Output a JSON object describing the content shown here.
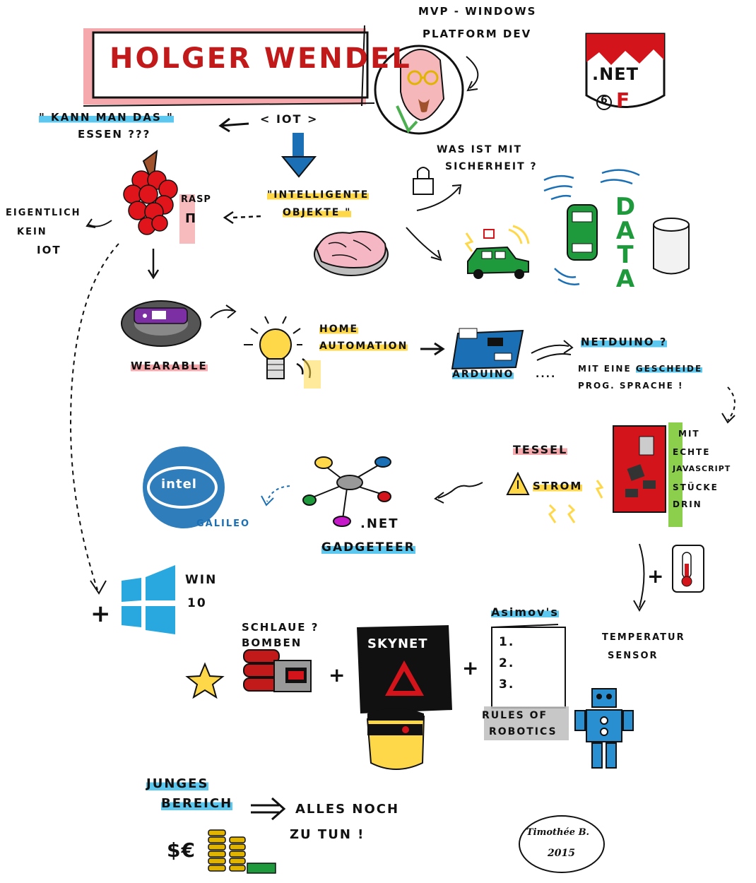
{
  "header": {
    "name": "Holger Wendel",
    "role_line1": "MVP - Windows",
    "role_line2": "Platform Dev"
  },
  "badge": {
    "net_label": ".NET",
    "number": "6",
    "letter": "F"
  },
  "top": {
    "quote_line1": "\" Kann man das \"",
    "quote_line2": "essen ???",
    "iot": "< IOT >",
    "security_line1": "Was ist mit",
    "security_line2": "Sicherheit ?",
    "intelligent_line1": "\"Intelligente",
    "intelligent_line2": "Objekte \"",
    "rasp_line1": "RASP",
    "rasp_line2": "π",
    "not_iot_line1": "Eigentlich",
    "not_iot_line2": "kein",
    "not_iot_line3": "IOT",
    "data": "DATA"
  },
  "middle": {
    "wearable": "Wearable",
    "home_line1": "Home",
    "home_line2": "Automation",
    "arduino": "Arduino",
    "arduino_dots": "....",
    "netduino": "Netduino ?",
    "lang_line1": "mit eine",
    "lang_hl": "gescheide",
    "lang_line2": "prog. Sprache !",
    "tessel": "Tessel",
    "strom": "Strom",
    "js_lines": [
      "Mit",
      "echte",
      "Javascript",
      "Stücke",
      "drin"
    ],
    "intel": "intel",
    "galileo": "Galileo",
    "gadgeteer_line1": ".NET",
    "gadgeteer_line2": "Gadgeteer"
  },
  "lower": {
    "win_line1": "Win",
    "win_line2": "10",
    "bombs_line1": "Schlaue ?",
    "bombs_line2": "Bomben",
    "skynet": "SKYNET",
    "asimov": "Asimov's",
    "rules": [
      "1.",
      "2.",
      "3."
    ],
    "rules_line1": "Rules of",
    "rules_line2": "Robotics",
    "temp_line1": "Temperatur",
    "temp_line2": "Sensor",
    "plus": "+"
  },
  "bottom": {
    "young_line1": "Junges",
    "young_line2": "Bereich",
    "todo_line1": "Alles noch",
    "todo_line2": "zu tun !",
    "money": "$€",
    "signature_line1": "Timothée B.",
    "signature_line2": "2015"
  },
  "colors": {
    "red": "#d4141b",
    "blue": "#1a6fb5",
    "light_blue": "#5cc8f0",
    "yellow": "#ffd84a",
    "pink": "#f5a9ad",
    "green": "#8ccf4d",
    "car_green": "#1e9a3c"
  }
}
